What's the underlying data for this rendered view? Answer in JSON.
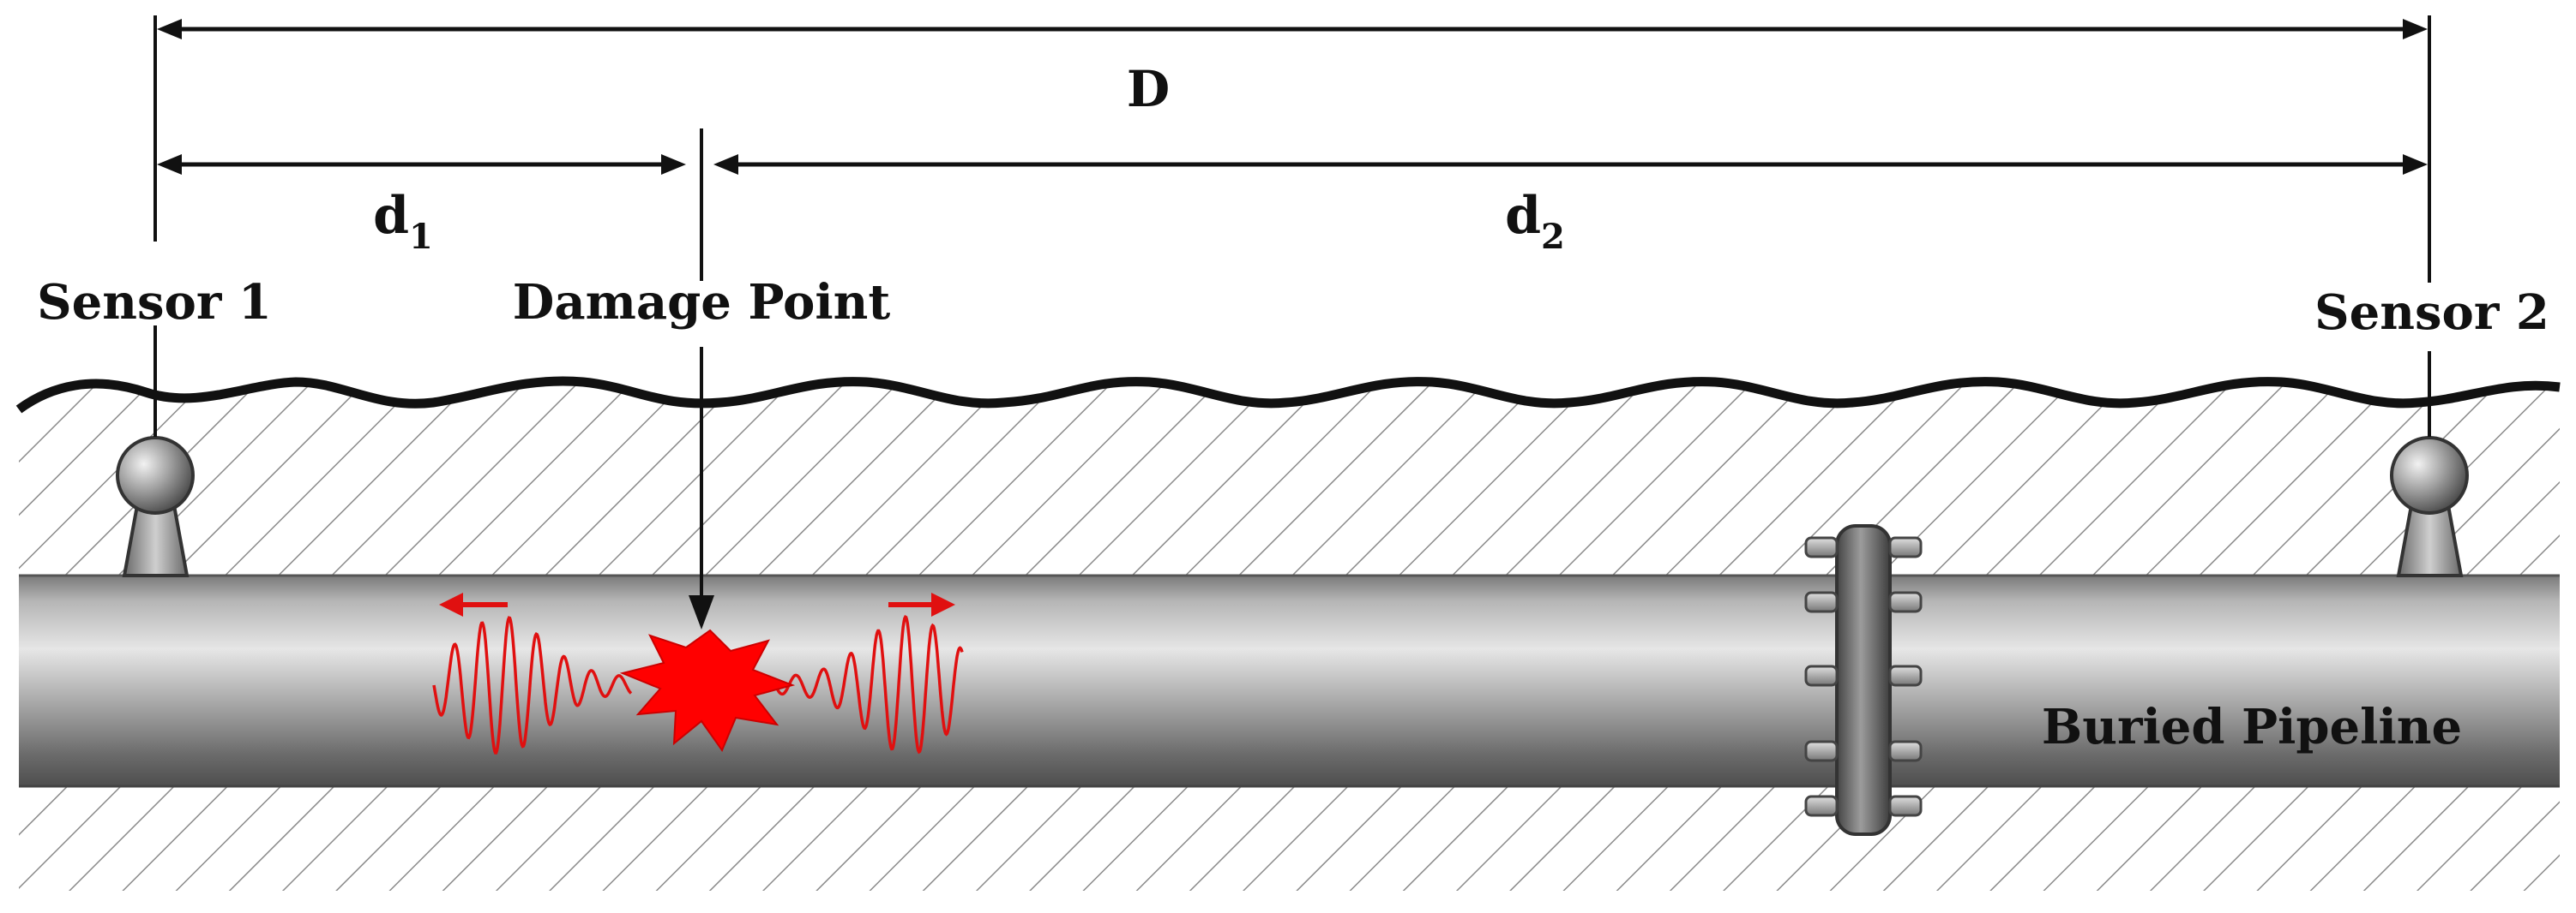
{
  "labels": {
    "D": "D",
    "d1_main": "d",
    "d1_sub": "1",
    "d2_main": "d",
    "d2_sub": "2",
    "sensor1": "Sensor 1",
    "sensor2": "Sensor 2",
    "damage_point": "Damage Point",
    "pipeline": "Buried Pipeline"
  },
  "colors": {
    "ink": "#111111",
    "wave": "#e01010",
    "burst": "#ff0000",
    "pipe_light": "#e4e4e4",
    "pipe_dark": "#5a5a5a",
    "hatch": "#8a8a8a"
  },
  "icons": [
    "sensor-icon",
    "damage-burst-icon",
    "flange-icon",
    "wave-icon",
    "arrow-icon"
  ]
}
